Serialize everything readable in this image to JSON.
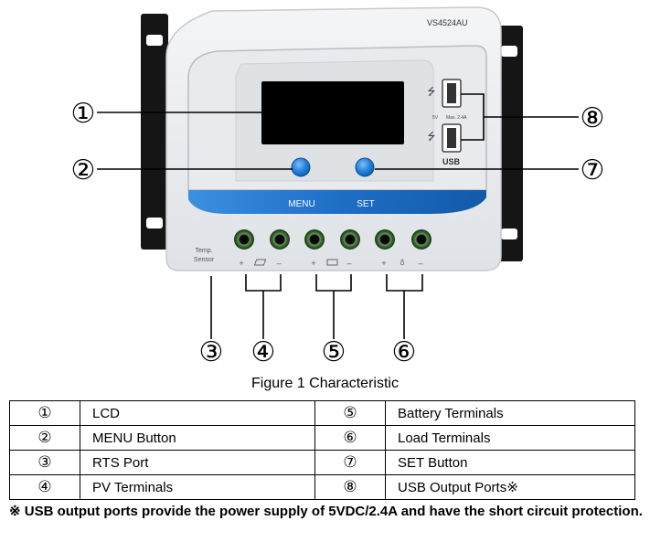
{
  "figure": {
    "model": "VS4524AU",
    "usb_voltage": "5V",
    "usb_rating": "Max. 2.4A",
    "usb_label": "USB",
    "menu_label": "MENU",
    "set_label": "SET",
    "temp_label_1": "Temp.",
    "temp_label_2": "Sensor",
    "plus": "+",
    "minus": "–",
    "callouts": [
      "①",
      "②",
      "③",
      "④",
      "⑤",
      "⑥",
      "⑦",
      "⑧"
    ]
  },
  "caption": "Figure 1 Characteristic",
  "table": {
    "rows": [
      {
        "num_left": "①",
        "label_left": "LCD",
        "num_right": "⑤",
        "label_right": "Battery Terminals"
      },
      {
        "num_left": "②",
        "label_left": "MENU Button",
        "num_right": "⑥",
        "label_right": "Load Terminals"
      },
      {
        "num_left": "③",
        "label_left": "RTS Port",
        "num_right": "⑦",
        "label_right": "SET Button"
      },
      {
        "num_left": "④",
        "label_left": "PV Terminals",
        "num_right": "⑧",
        "label_right": "USB Output Ports※"
      }
    ]
  },
  "note": "※ USB output ports provide the power supply of 5VDC/2.4A and have the short circuit protection.",
  "colors": {
    "panel": "#e9ebee",
    "band": "#1f6ec4",
    "button": "#1e7ad8",
    "terminal": "#2f6b2f",
    "lcd": "#000000"
  }
}
